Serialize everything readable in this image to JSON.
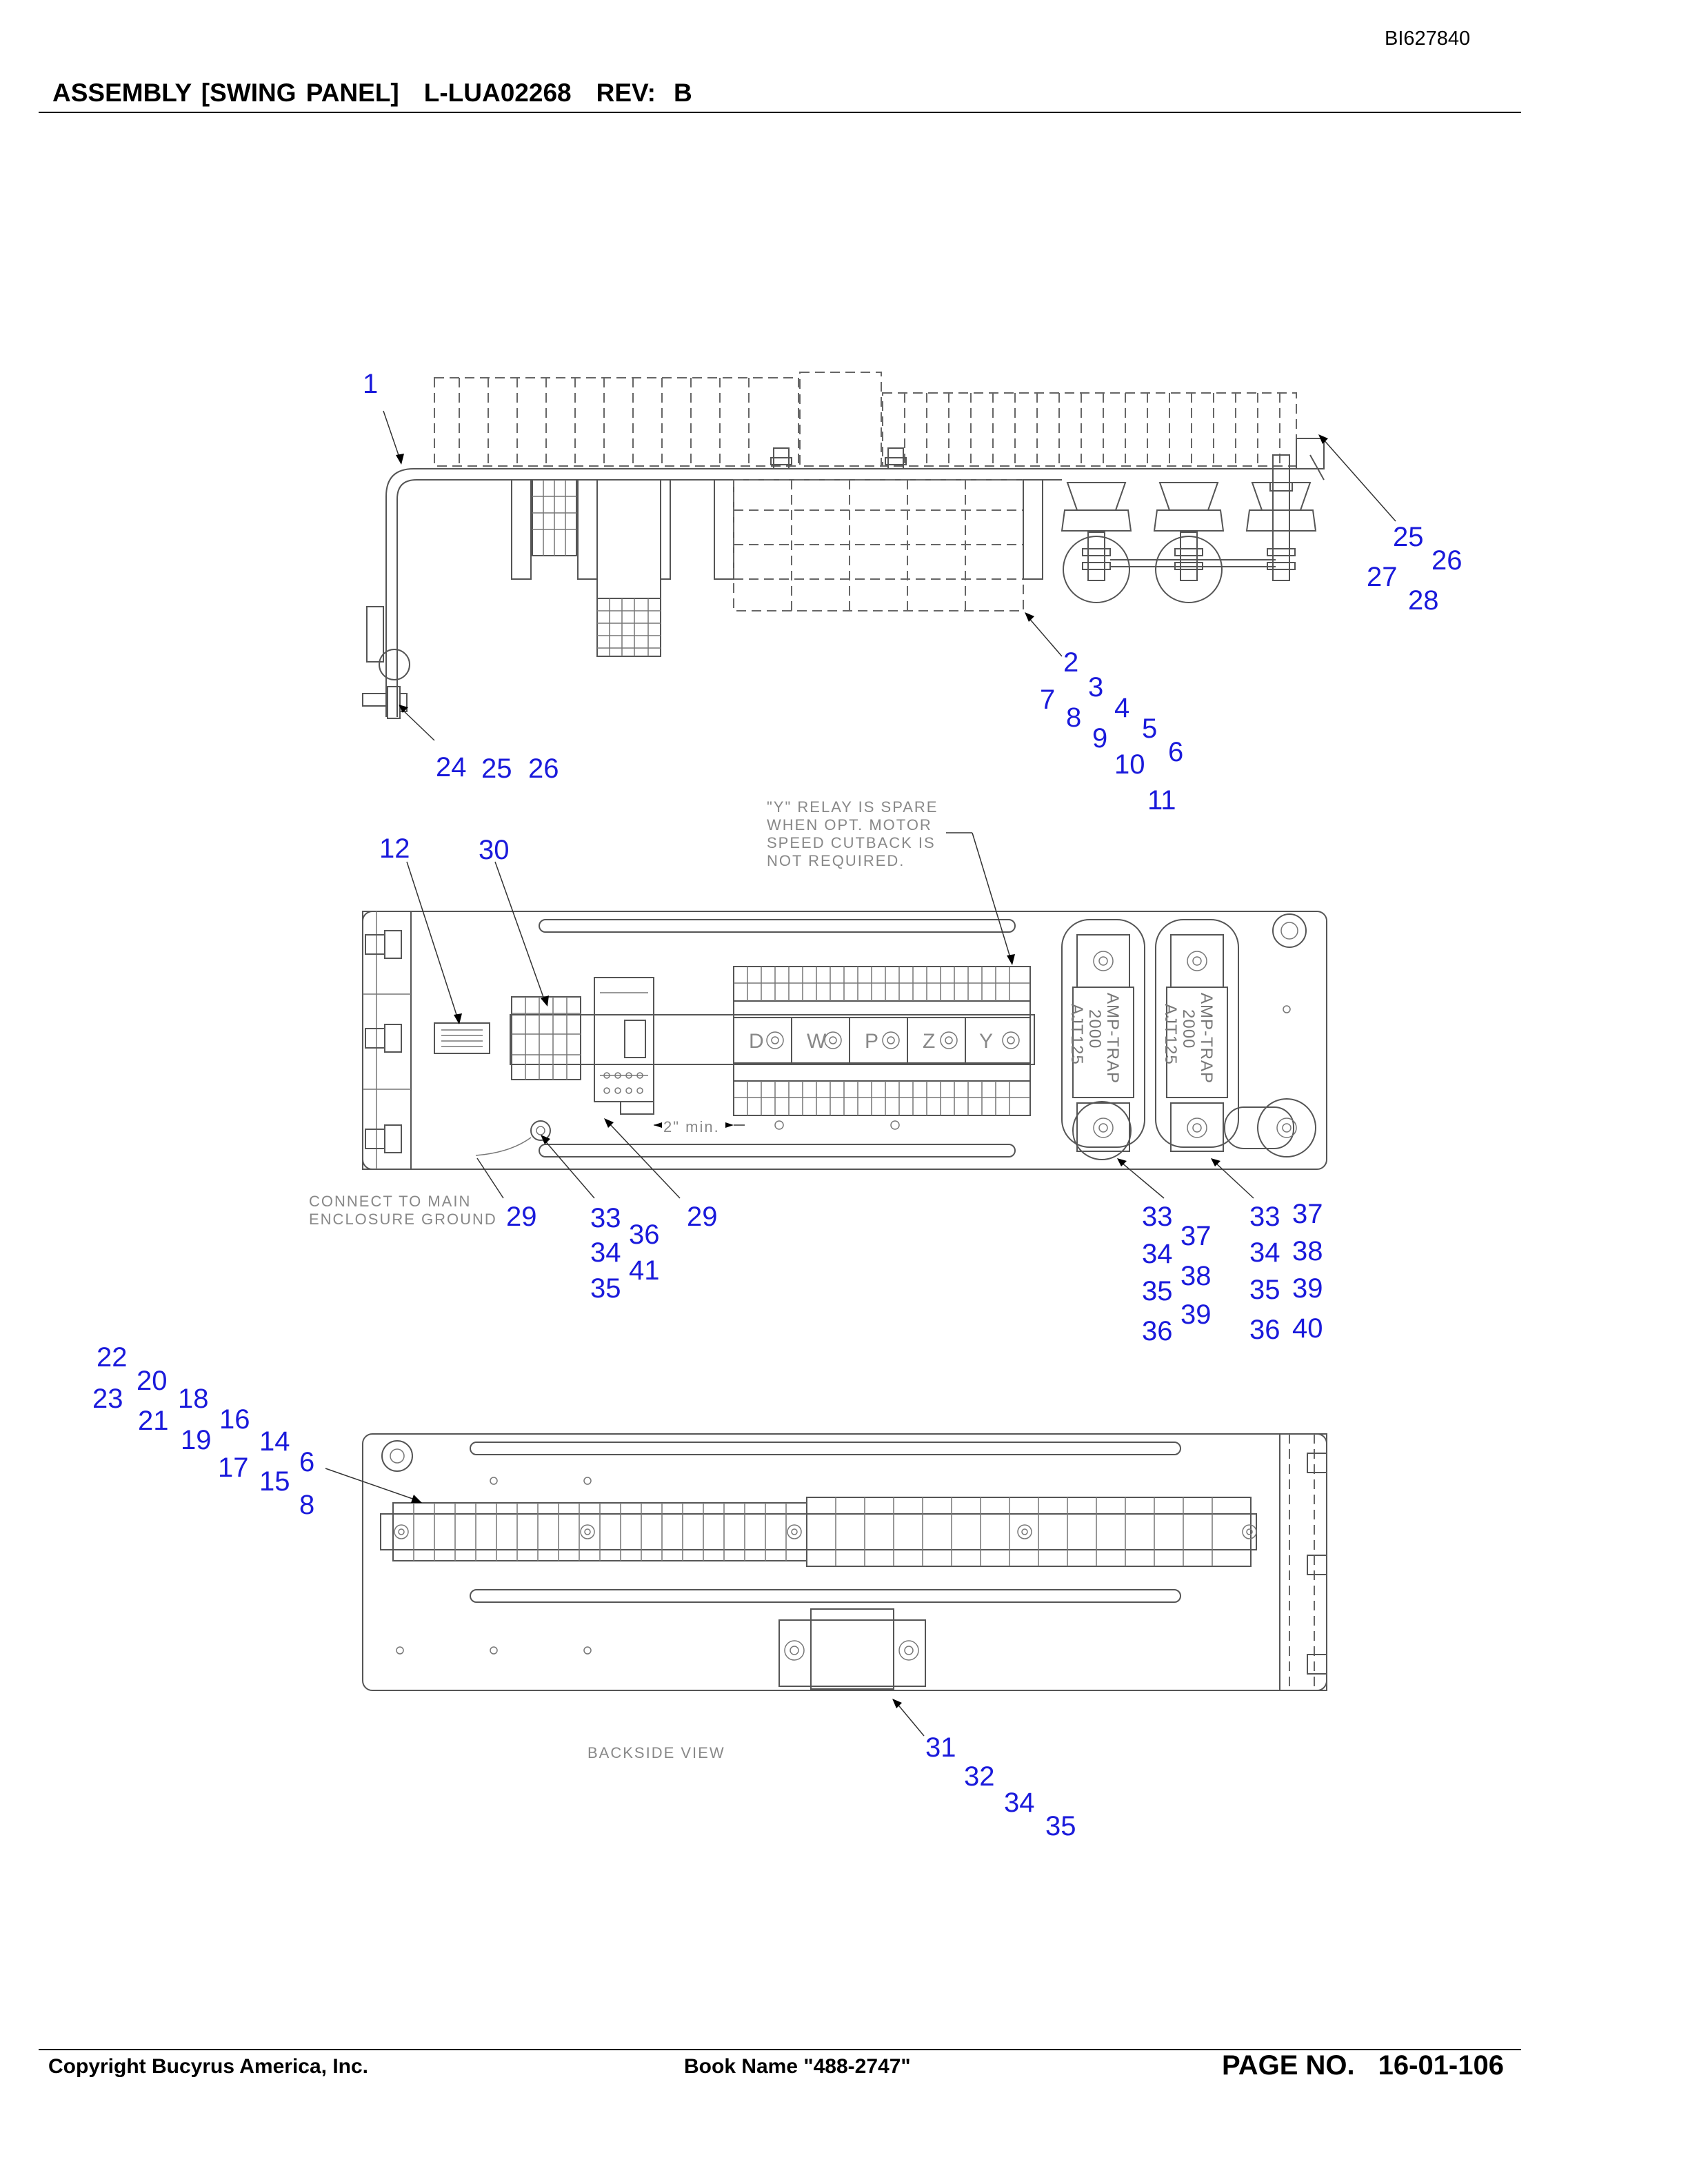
{
  "header": {
    "doc_id": "BI627840",
    "title_assembly": "ASSEMBLY [SWING PANEL]",
    "title_part": "L-LUA02268",
    "title_rev_label": "REV:",
    "title_rev_value": "B"
  },
  "footer": {
    "copyright": "Copyright Bucyrus America, Inc.",
    "book_name": "Book Name \"488-2747\"",
    "page_label": "PAGE NO.",
    "page_value": "16-01-106"
  },
  "notes": {
    "y_relay_line1": "\"Y\" RELAY IS SPARE",
    "y_relay_line2": "WHEN OPT. MOTOR",
    "y_relay_line3": "SPEED CUTBACK IS",
    "y_relay_line4": "NOT REQUIRED.",
    "ground_line1": "CONNECT TO MAIN",
    "ground_line2": "ENCLOSURE GROUND",
    "min_spacing": "2\" min.",
    "backside_view": "BACKSIDE VIEW"
  },
  "relays": [
    "D",
    "W",
    "P",
    "Z",
    "Y"
  ],
  "fuses": {
    "line1": "AMP-TRAP",
    "line2": "2000",
    "line3": "AJT125"
  },
  "callouts": {
    "c1": "1",
    "c25a": "25",
    "c26a": "26",
    "c27": "27",
    "c28": "28",
    "c2": "2",
    "c3": "3",
    "c4": "4",
    "c5": "5",
    "c6a": "6",
    "c7": "7",
    "c8a": "8",
    "c9": "9",
    "c10": "10",
    "c11": "11",
    "c24": "24",
    "c25b": "25",
    "c26b": "26",
    "c12": "12",
    "c30": "30",
    "c29a": "29",
    "c33a": "33",
    "c34a": "34",
    "c35a": "35",
    "c36a": "36",
    "c41": "41",
    "c29b": "29",
    "c33b": "33",
    "c34b": "34",
    "c35b": "35",
    "c36b": "36",
    "c37b": "37",
    "c38b": "38",
    "c39b": "39",
    "c33c": "33",
    "c34c": "34",
    "c35c": "35",
    "c36c": "36",
    "c37c": "37",
    "c38c": "38",
    "c39c": "39",
    "c40": "40",
    "c22": "22",
    "c23": "23",
    "c20": "20",
    "c21": "21",
    "c18": "18",
    "c19": "19",
    "c16": "16",
    "c17": "17",
    "c14": "14",
    "c15": "15",
    "c6b": "6",
    "c8b": "8",
    "c31": "31",
    "c32": "32",
    "c34d": "34",
    "c35d": "35"
  }
}
